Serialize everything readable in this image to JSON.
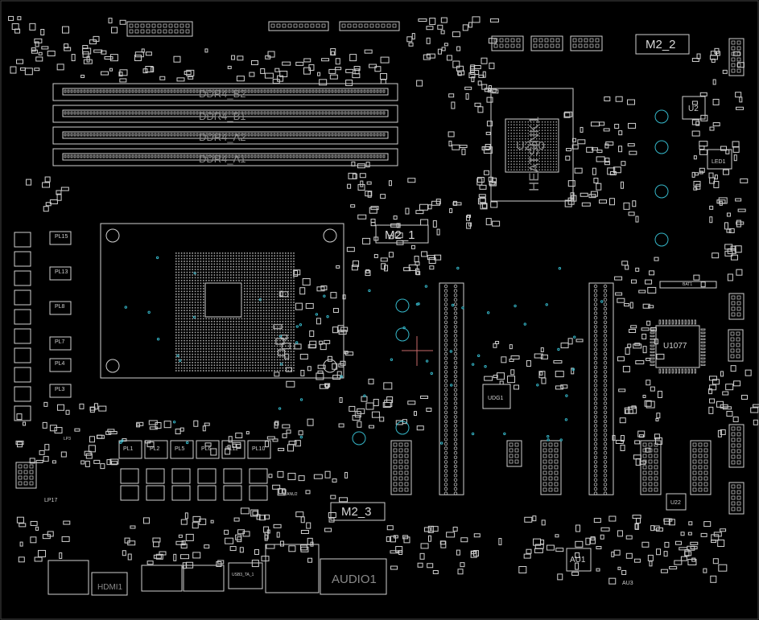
{
  "labels": {
    "m2_1": "M2_1",
    "m2_2": "M2_2",
    "m2_3": "M2_3",
    "u1077": "U1077",
    "u2": "U2",
    "u22": "U22",
    "au1": "AU1",
    "au3": "AU3",
    "udg1": "UDG1",
    "led1": "LED1",
    "bat1": "BAT1",
    "audio1": "AUDIO1",
    "hdmi1": "HDMI1",
    "heatsink1": "HEATSINK1",
    "u_pch": "U290",
    "ddr_b2": "DDR4_B2",
    "ddr_b1": "DDR4_B1",
    "ddr_a2": "DDR4_A2",
    "ddr_a1": "DDR4_A1",
    "pl15": "PL15",
    "pl13": "PL13",
    "pl8": "PL8",
    "pl7": "PL7",
    "pl4": "PL4",
    "pl3": "PL3",
    "pl1": "PL1",
    "pl2": "PL2",
    "pl5": "PL5",
    "pl6": "PL6",
    "pl11": "PL11",
    "pl10": "PL10",
    "lp3": "LP3",
    "lp17": "LP17",
    "usb1": "USB3_TA_1",
    "lanu2": "ILANU2"
  },
  "colors": {
    "background": "#000000",
    "outline": "#d0d0d0",
    "via": "#35b7c9",
    "marker": "#c86a6a",
    "text": "#cfcfcf"
  }
}
